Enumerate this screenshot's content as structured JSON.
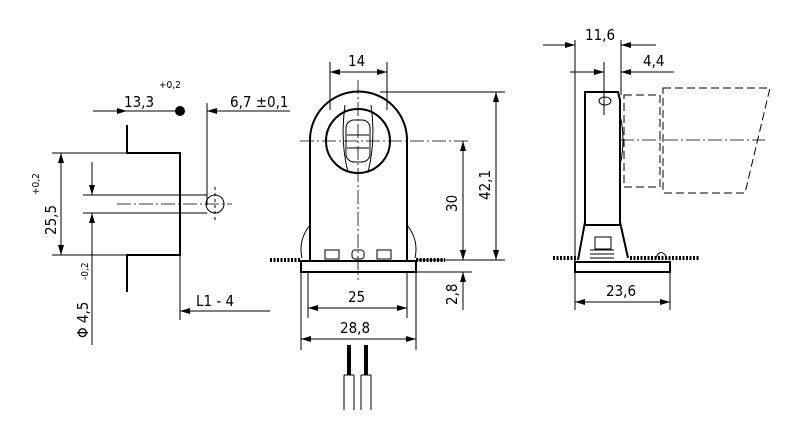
{
  "drawing": {
    "side_left": {
      "dim_13_3": "13,3",
      "tol_plus_0_2_top": "+0,2",
      "dim_6_7": "6,7 ±0,1",
      "dim_25_5": "25,5",
      "tol_plus_0_2_side": "+0,2",
      "dim_diameter": "Φ 4,5",
      "tol_minus_0_2": "-0,2",
      "dim_l1": "L1 - 4"
    },
    "front": {
      "dim_14": "14",
      "dim_42_1": "42,1",
      "dim_30": "30",
      "dim_2_8": "2,8",
      "dim_25": "25",
      "dim_28_8": "28,8"
    },
    "side_right": {
      "dim_11_6": "11,6",
      "dim_4_4": "4,4",
      "dim_23_6": "23,6"
    },
    "colors": {
      "line": "#000000",
      "background": "#ffffff"
    }
  }
}
